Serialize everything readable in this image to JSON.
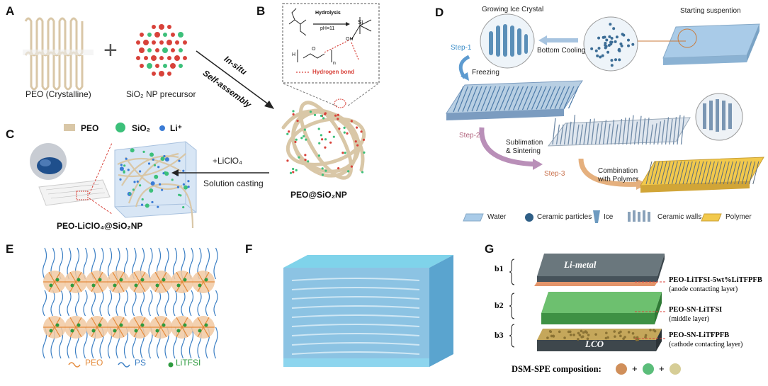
{
  "panels": {
    "A": {
      "label": "A",
      "peo_caption": "PEO (Crystalline)",
      "sio2_caption": "SiO₂ NP precursor",
      "plus": "+"
    },
    "B": {
      "label": "B",
      "hydrolysis": "Hydrolysis",
      "ph": "pH=11",
      "hydrogen_bond": "Hydrogen bond",
      "in_situ": "In-situ",
      "self_assembly": "Self-assembly",
      "product": "PEO@SiO₂NP",
      "n": "n",
      "oh": "OH",
      "h": "H",
      "o": "O",
      "si": "Si"
    },
    "C": {
      "label": "C",
      "legend_peo": "PEO",
      "legend_sio2": "SiO₂",
      "legend_li": "Li⁺",
      "arrow_top": "+LiClO₄",
      "arrow_bottom": "Solution casting",
      "product": "PEO-LiClO₄@SiO₂NP"
    },
    "D": {
      "label": "D",
      "growing_ice": "Growing Ice Crystal",
      "starting_suspension": "Starting suspention",
      "step1": "Step-1",
      "bottom_cooling": "Bottom Cooling",
      "freezing": "Freezing",
      "step2": "Step-2",
      "sublimation": "Sublimation",
      "sintering": "& Sintering",
      "step3": "Step-3",
      "combination": "Combination",
      "with_polymer": "with Polymer",
      "legend": [
        "Water",
        "Ceramic particles",
        "Ice",
        "Ceramic walls",
        "Polymer"
      ]
    },
    "E": {
      "label": "E",
      "legend_peo": "PEO",
      "legend_ps": "PS",
      "legend_litfsi": "LiTFSI"
    },
    "F": {
      "label": "F"
    },
    "G": {
      "label": "G",
      "b1": "b1",
      "b2": "b2",
      "b3": "b3",
      "li_metal": "Li-metal",
      "lco": "LCO",
      "layer1_name": "PEO-LiTFSI-5wt%LiTFPFB",
      "layer1_desc": "(anode contacting layer)",
      "layer2_name": "PEO-SN-LiTFSI",
      "layer2_desc": "(middle layer)",
      "layer3_name": "PEO-SN-LiTFPFB",
      "layer3_desc": "(cathode contacting layer)",
      "composition": "DSM-SPE composition:",
      "plus": "+"
    }
  },
  "colors": {
    "peo": "#d9c7a7",
    "sio2": "#3cc07a",
    "sio2_red": "#d8423a",
    "li": "#3a7bd5",
    "ice": "#5b8fb8",
    "polymer": "#e5b93a",
    "water": "#a9cbe8",
    "li_metal": "#4f5d63",
    "orange_layer": "#e3946a",
    "green_layer": "#56b05c",
    "lco_layer": "#b69a52",
    "ps_blue": "#3b7fc4",
    "peo_orange": "#e48a3a"
  }
}
